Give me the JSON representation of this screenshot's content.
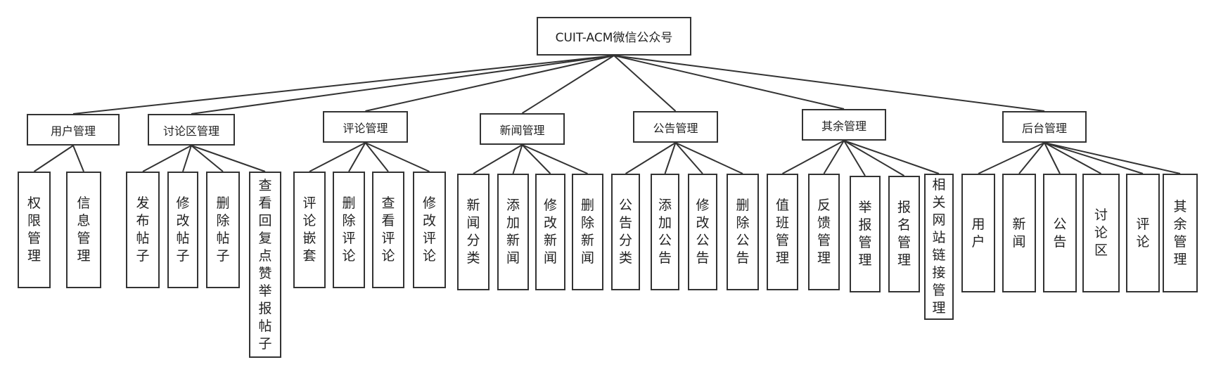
{
  "root": {
    "label": "CUIT-ACM微信公众号"
  },
  "modules": [
    {
      "label": "用户管理",
      "children": [
        "权限管理",
        "信息管理"
      ]
    },
    {
      "label": "讨论区管理",
      "children": [
        "发布帖子",
        "修改帖子",
        "删除帖子",
        "查看回复点赞举报帖子"
      ]
    },
    {
      "label": "评论管理",
      "children": [
        "评论嵌套",
        "删除评论",
        "查看评论",
        "修改评论"
      ]
    },
    {
      "label": "新闻管理",
      "children": [
        "新闻分类",
        "添加新闻",
        "修改新闻",
        "删除新闻"
      ]
    },
    {
      "label": "公告管理",
      "children": [
        "公告分类",
        "添加公告",
        "修改公告",
        "删除公告"
      ]
    },
    {
      "label": "其余管理",
      "children": [
        "值班管理",
        "反馈管理",
        "举报管理",
        "报名管理",
        "相关网站链接管理"
      ]
    },
    {
      "label": "后台管理",
      "children": [
        "用户",
        "新闻",
        "公告",
        "讨论区",
        "评论",
        "其余管理"
      ]
    }
  ]
}
